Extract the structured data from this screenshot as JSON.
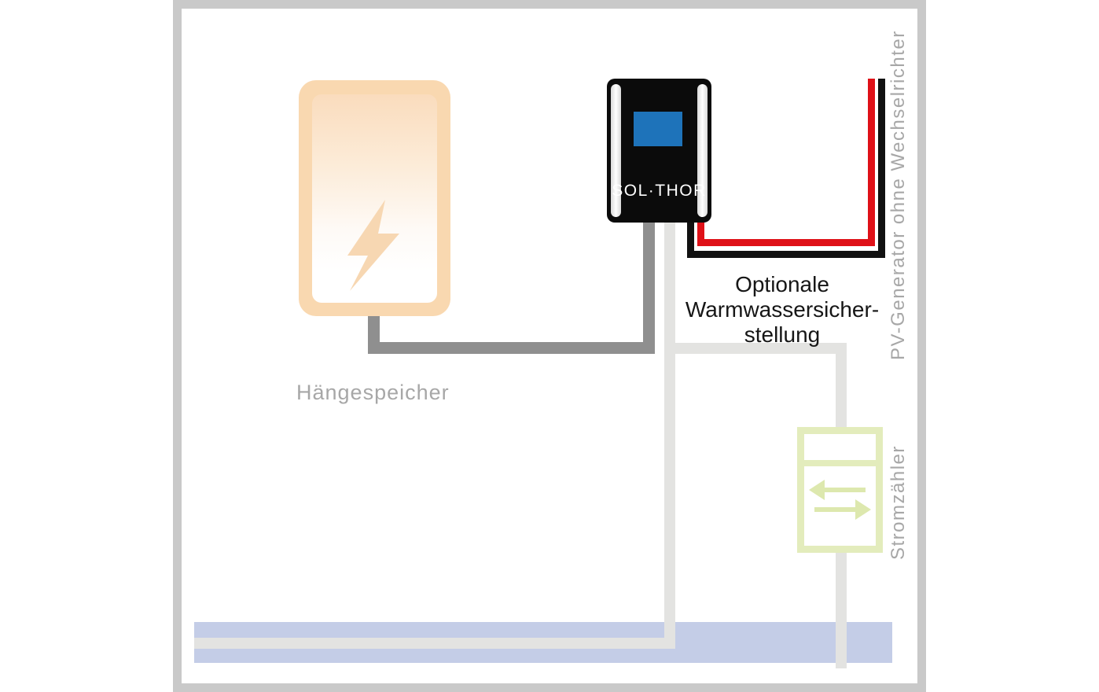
{
  "labels": {
    "device": "SOL·THOR",
    "tank": "Hängespeicher",
    "optional": "Optionale\nWarmwassersicher-\nstellung",
    "pv_generator": "PV-Generator ohne Wechselrichter",
    "meter": "Stromzähler"
  },
  "colors": {
    "frame_gray": "#c9c9c9",
    "tank_peach": "#f9d8b0",
    "bolt_peach": "#f7d7b2",
    "device_black": "#0b0b0b",
    "screen_blue": "#1e73ba",
    "wire_dark_gray": "#8f8f8f",
    "wire_light_gray": "#e3e3e1",
    "pv_wire_red": "#df1118",
    "pv_wire_black": "#111111",
    "meter_green": "#e3ecbc",
    "arrow_green": "#dde8ae",
    "bus_blue": "#c4cde7",
    "label_gray": "#a7a7a7",
    "label_black": "#161616"
  }
}
